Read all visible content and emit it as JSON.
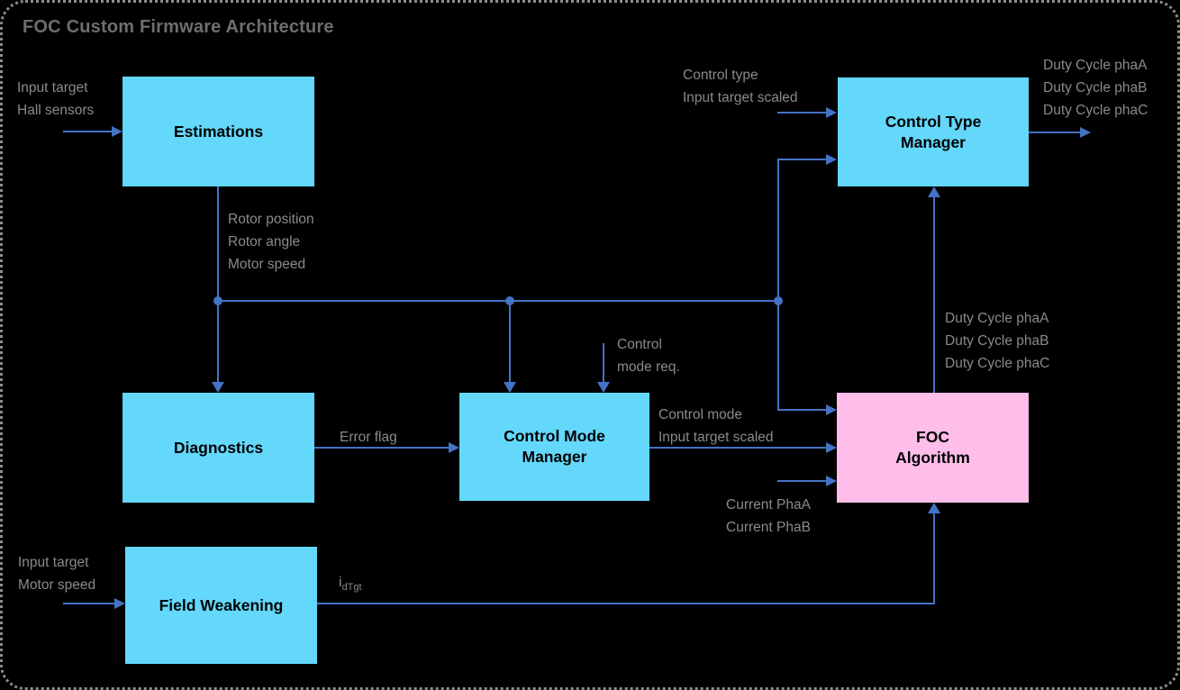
{
  "title": "FOC Custom Firmware Architecture",
  "colors": {
    "background": "#000000",
    "block_cyan": "#63d8fa",
    "block_pink": "#ffbde9",
    "connector_blue": "#4472c4",
    "label_gray": "#8a8a8a",
    "title_gray": "#6e6e6e",
    "block_text": "#000000"
  },
  "blocks": {
    "estimations": {
      "label": "Estimations"
    },
    "control_type_manager": {
      "line1": "Control Type",
      "line2": "Manager"
    },
    "diagnostics": {
      "label": "Diagnostics"
    },
    "control_mode_manager": {
      "line1": "Control Mode",
      "line2": "Manager"
    },
    "foc_algorithm": {
      "line1": "FOC",
      "line2": "Algorithm"
    },
    "field_weakening": {
      "label": "Field Weakening"
    }
  },
  "labels": {
    "estimations_inputs": [
      "Input target",
      "Hall sensors"
    ],
    "estimations_outputs": [
      "Rotor position",
      "Rotor angle",
      "Motor speed"
    ],
    "control_type_inputs": [
      "Control type",
      "Input target scaled"
    ],
    "duty_cycle_out_top": [
      "Duty Cycle phaA",
      "Duty Cycle phaB",
      "Duty Cycle phaC"
    ],
    "duty_cycle_mid": [
      "Duty Cycle phaA",
      "Duty Cycle phaB",
      "Duty Cycle phaC"
    ],
    "control_mode_req": [
      "Control",
      "mode req."
    ],
    "control_mode_outputs": [
      "Control mode",
      "Input target scaled"
    ],
    "current_inputs": [
      "Current PhaA",
      "Current PhaB"
    ],
    "error_flag": "Error flag",
    "idtgt_base": "i",
    "idtgt_sub": "dTgt",
    "field_weakening_inputs": [
      "Input target",
      "Motor speed"
    ]
  }
}
